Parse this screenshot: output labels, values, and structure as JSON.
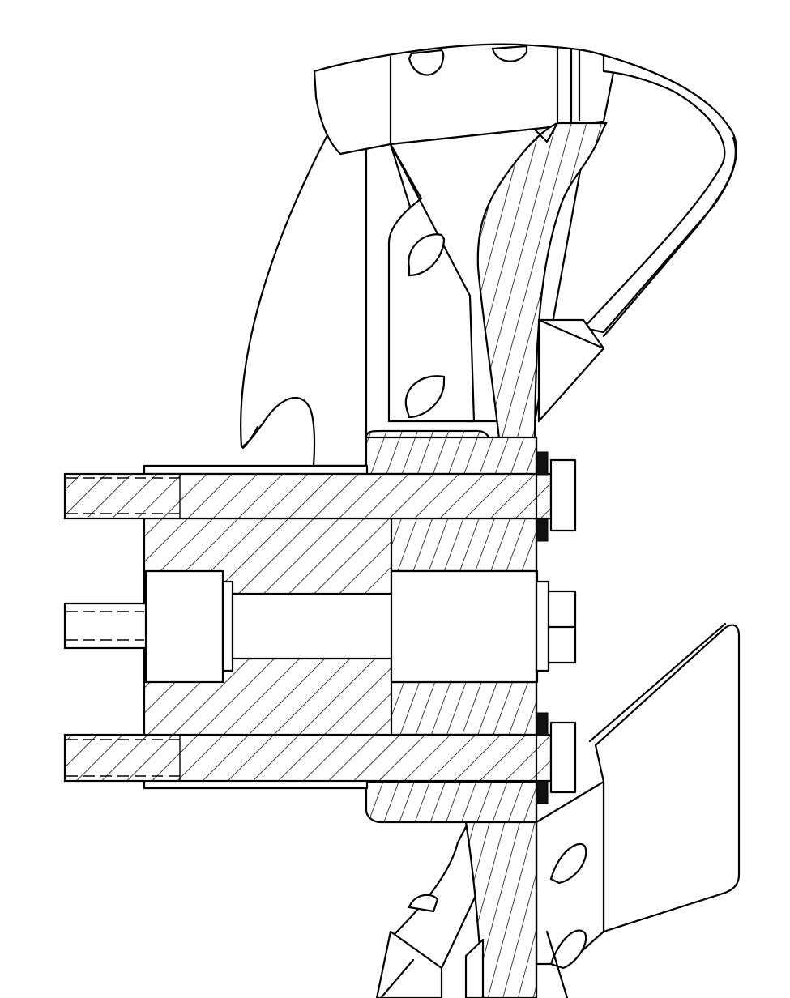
{
  "drawing": {
    "type": "technical-cross-section",
    "line_color": "#000000",
    "background_color": "#ffffff",
    "parts": [
      {
        "name": "upper-curved-tine"
      },
      {
        "name": "lower-curved-tine"
      },
      {
        "name": "central-hub-block"
      },
      {
        "name": "upper-through-bolt"
      },
      {
        "name": "lower-through-bolt"
      },
      {
        "name": "center-socket-cap-screw"
      },
      {
        "name": "hex-nut"
      },
      {
        "name": "tine-mounting-arm"
      },
      {
        "name": "spacer-bushings"
      },
      {
        "name": "sealing-washers"
      }
    ],
    "annotations": []
  }
}
